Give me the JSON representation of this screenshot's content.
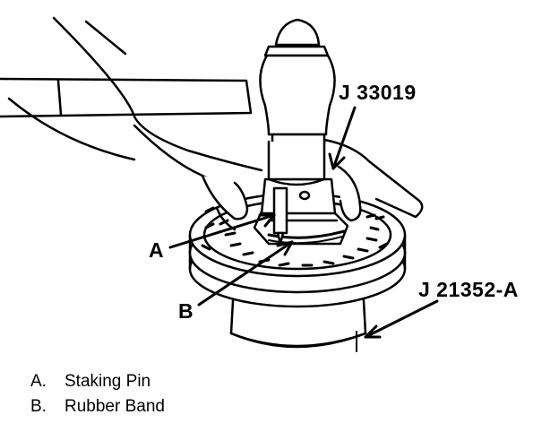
{
  "callouts": {
    "tool_j33019": "J 33019",
    "tool_j21352a": "J 21352-A",
    "pointer_a": "A",
    "pointer_b": "B"
  },
  "legend": [
    {
      "key": "A.",
      "text": "Staking Pin"
    },
    {
      "key": "B.",
      "text": "Rubber Band"
    }
  ],
  "colors": {
    "ink": "#000000",
    "paper": "#ffffff"
  }
}
